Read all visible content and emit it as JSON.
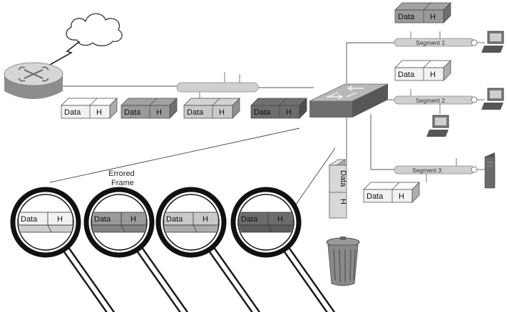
{
  "packet": {
    "data_label": "Data",
    "header_label": "H"
  },
  "labels": {
    "errored_frame": [
      "Errored",
      "Frame"
    ]
  },
  "segments": [
    {
      "label": "Segment 1"
    },
    {
      "label": "Segment 2"
    },
    {
      "label": "Segment 3"
    }
  ],
  "packet_shades": {
    "white": "#f2f2f2",
    "light_gray": "#c9c9c9",
    "mid_gray": "#9a9a9a",
    "dark_gray": "#6c6c6c"
  },
  "icons": [
    "cloud-icon",
    "lightning-link-icon",
    "router-icon",
    "switch-icon",
    "pc-icon",
    "server-icon",
    "magnifier-icon",
    "trash-can-icon"
  ]
}
